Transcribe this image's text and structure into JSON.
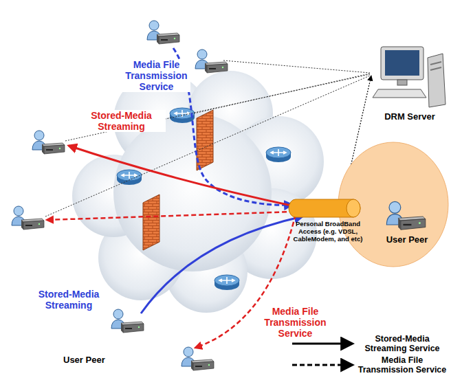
{
  "diagram": {
    "nodes": [
      {
        "text": [
          "DRM Server"
        ]
      },
      {
        "text": [
          "Personal BroadBand Access (e.g. VDSL, CableModem, and etc)"
        ]
      },
      {
        "text": [
          "User Peer"
        ]
      },
      {
        "text": [
          "User Peer"
        ]
      }
    ],
    "edges": [
      {
        "from": 2,
        "to": 0,
        "arrow": "to"
      }
    ],
    "labels": [
      "Media File Transmission Service",
      "Stored-Media Streaming",
      "Stored-Media Streaming",
      "Media File Transmission Service"
    ],
    "legend": [
      {
        "text": "Stored-Media Streaming Service"
      },
      {
        "text": "Media File Transmission Service"
      }
    ]
  }
}
